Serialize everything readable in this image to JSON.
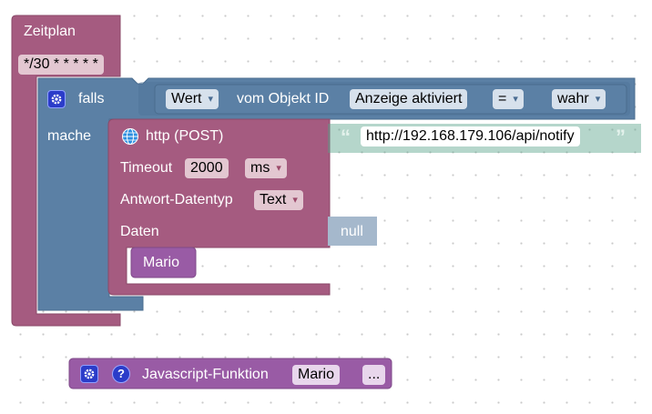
{
  "schedule": {
    "title": "Zeitplan",
    "cron": "*/30 * * * * *"
  },
  "if_block": {
    "if_label": "falls",
    "do_label": "mache",
    "value_dropdown": "Wert",
    "of_object_label": "vom Objekt ID",
    "object_id": "Anzeige aktiviert",
    "operator": "=",
    "compare_value": "wahr"
  },
  "http_block": {
    "title": "http (POST)",
    "url": "http://192.168.179.106/api/notify",
    "timeout_label": "Timeout",
    "timeout_value": "2000",
    "timeout_unit": "ms",
    "response_type_label": "Antwort-Datentyp",
    "response_type": "Text",
    "data_label": "Daten",
    "data_value": "null",
    "callback_call": "Mario"
  },
  "function_block": {
    "label": "Javascript-Funktion",
    "name": "Mario",
    "more": "..."
  },
  "colors": {
    "schedule": "#a55b80",
    "logic": "#5b80a5",
    "http": "#a55b80",
    "text": "#5ba58c",
    "function": "#995ba5"
  }
}
